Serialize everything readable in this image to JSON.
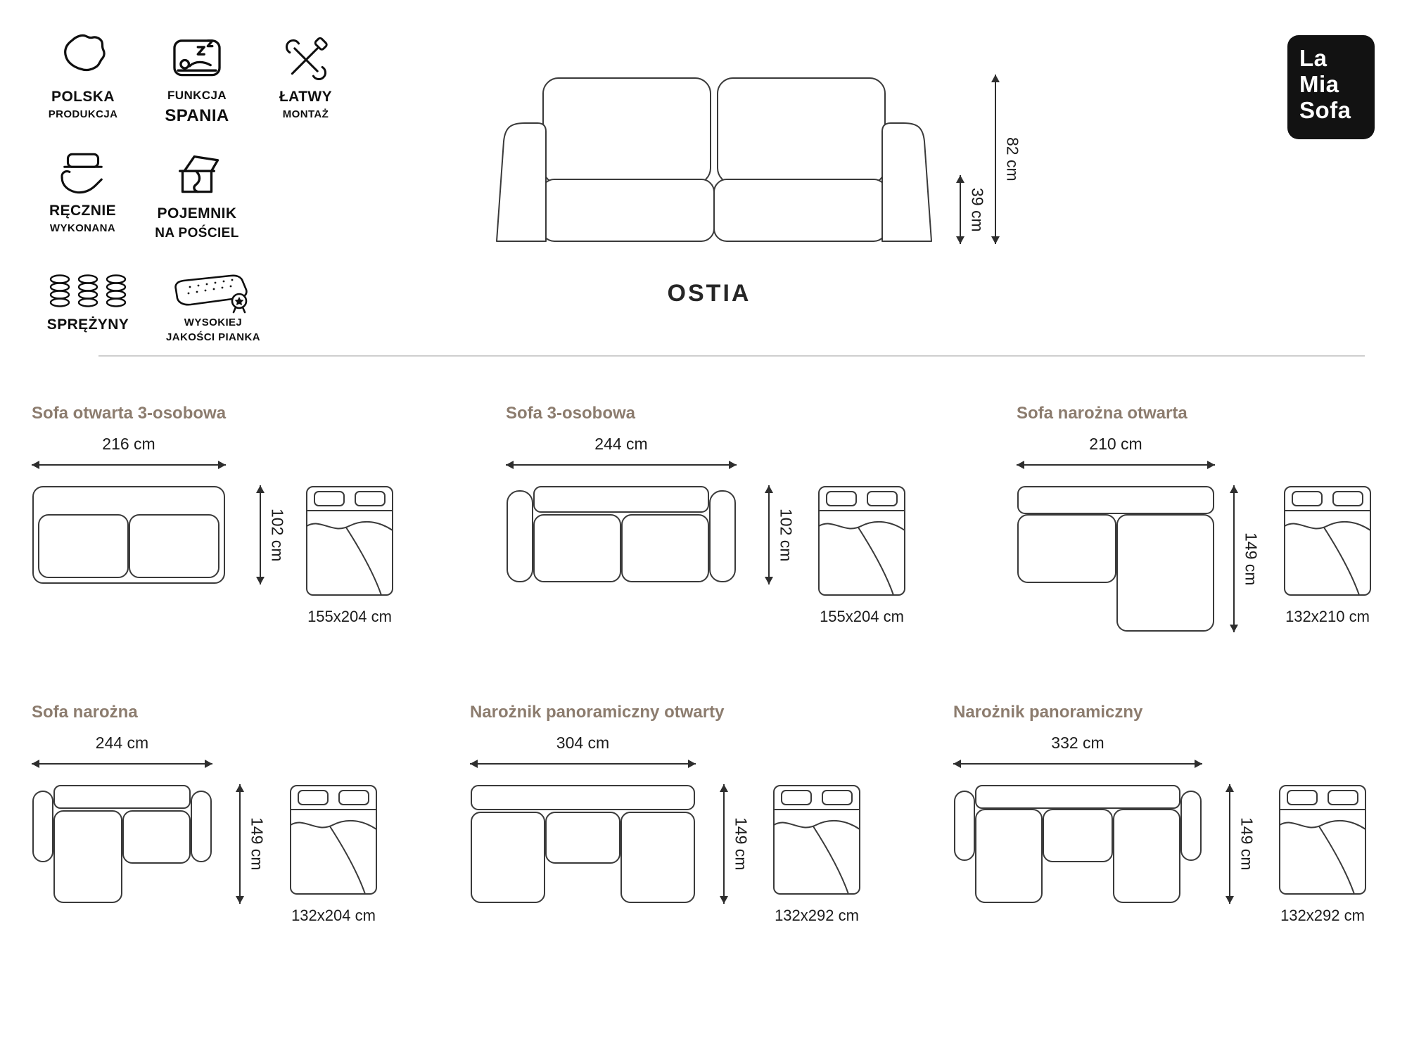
{
  "brand": {
    "line1": "La",
    "line2": "Mia",
    "line3": "Sofa"
  },
  "header": {
    "product_title": "OSTIA",
    "dimensions": {
      "height": "82 cm",
      "seat_height": "39 cm"
    }
  },
  "features": [
    {
      "icon": "poland-map-icon",
      "label": "POLSKA",
      "sublabel": "PRODUKCJA"
    },
    {
      "icon": "sleep-function-icon",
      "label": "FUNKCJA",
      "sublabel": "SPANIA"
    },
    {
      "icon": "easy-assembly-tools-icon",
      "label": "ŁATWY",
      "sublabel": "MONTAŻ"
    },
    {
      "icon": "handmade-icon",
      "label": "RĘCZNIE",
      "sublabel": "WYKONANA"
    },
    {
      "icon": "bedding-storage-icon",
      "label": "POJEMNIK",
      "sublabel": "NA POŚCIEL"
    },
    {
      "icon": "springs-icon",
      "label": "SPRĘŻYNY",
      "sublabel": ""
    },
    {
      "icon": "foam-quality-icon",
      "label": "WYSOKIEJ",
      "sublabel": "JAKOŚCI PIANKA"
    }
  ],
  "variants": [
    {
      "title": "Sofa otwarta 3-osobowa",
      "width": "216 cm",
      "depth": "102 cm",
      "bed_size": "155x204 cm"
    },
    {
      "title": "Sofa 3-osobowa",
      "width": "244 cm",
      "depth": "102 cm",
      "bed_size": "155x204 cm"
    },
    {
      "title": "Sofa narożna otwarta",
      "width": "210 cm",
      "depth": "149 cm",
      "bed_size": "132x210 cm"
    },
    {
      "title": "Sofa narożna",
      "width": "244 cm",
      "depth": "149 cm",
      "bed_size": "132x204 cm"
    },
    {
      "title": "Narożnik panoramiczny otwarty",
      "width": "304 cm",
      "depth": "149 cm",
      "bed_size": "132x292 cm"
    },
    {
      "title": "Narożnik panoramiczny",
      "width": "332 cm",
      "depth": "149 cm",
      "bed_size": "132x292 cm"
    }
  ]
}
